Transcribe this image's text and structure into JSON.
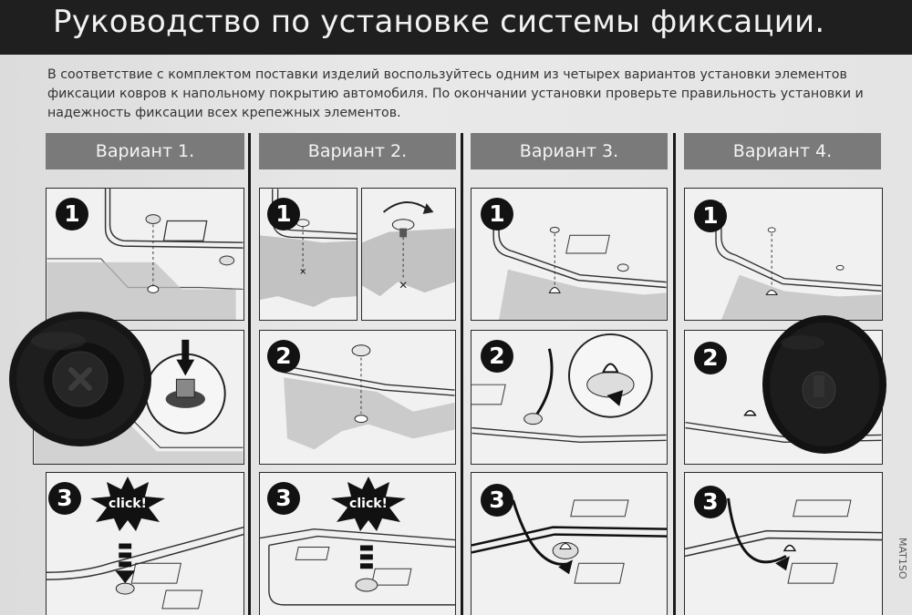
{
  "title": "Руководство по установке системы фиксации.",
  "intro": "В соответствие с комплектом поставки изделий воспользуйтесь одним из четырех вариантов установки элементов фиксации ковров к напольному покрытию автомобиля. По окончании установки проверьте правильность установки и надежность фиксации всех крепежных элементов.",
  "variants": [
    {
      "label": "Вариант 1."
    },
    {
      "label": "Вариант 2."
    },
    {
      "label": "Вариант 3."
    },
    {
      "label": "Вариант 4."
    }
  ],
  "steps": [
    "1",
    "2",
    "3"
  ],
  "click_label": "click!",
  "side_code": "MAT1SO",
  "colors": {
    "title_bar": "#1f1f1f",
    "variant_header": "#7a7a7a",
    "mat_hatch": "#b9b9b9",
    "clip_black": "#141414"
  },
  "icons": [
    "step-number-badge",
    "click-burst-icon",
    "down-arrow-icon",
    "rotate-arrow-icon",
    "clip-icon",
    "round-fastener-photo"
  ]
}
